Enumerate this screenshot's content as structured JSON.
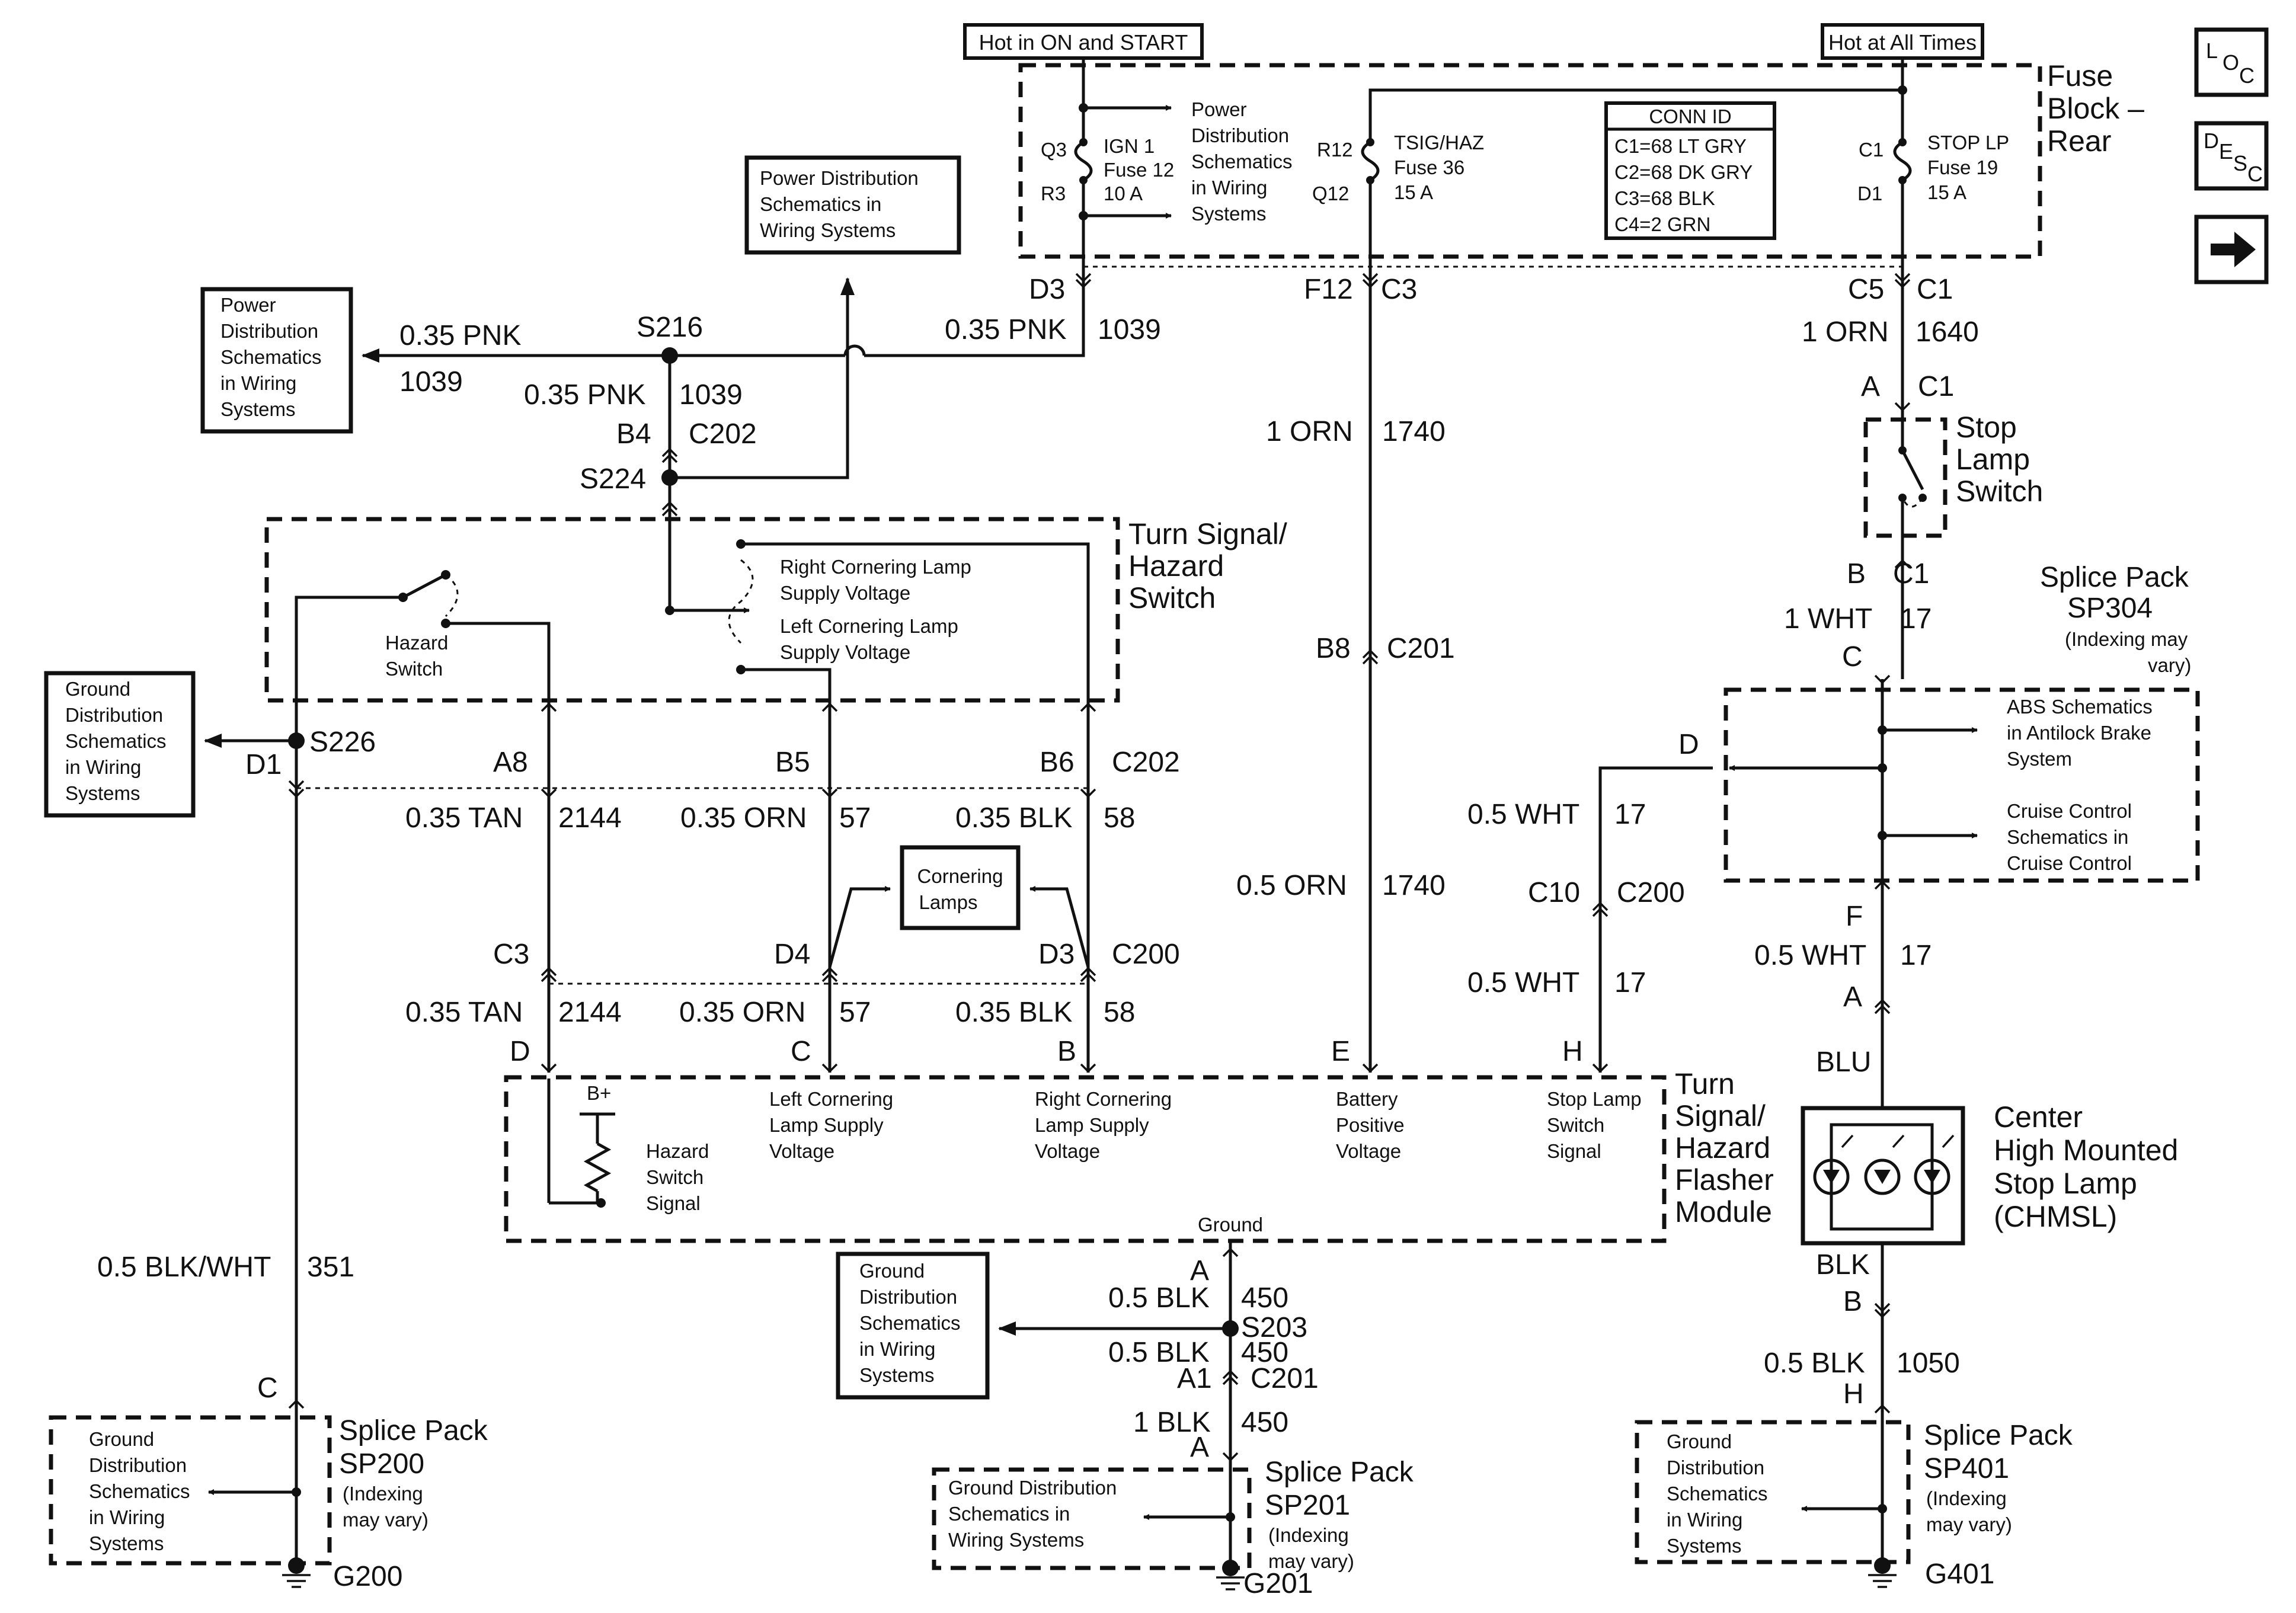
{
  "headers": {
    "hot_on_start": "Hot in ON and START",
    "hot_all_times": "Hot at All Times"
  },
  "fuse_block": {
    "title_1": "Fuse",
    "title_2": "Block –",
    "title_3": "Rear",
    "q3": "Q3",
    "r3": "R3",
    "ign1_1": "IGN 1",
    "ign1_2": "Fuse 12",
    "ign1_3": "10 A",
    "pds_1": "Power",
    "pds_2": "Distribution",
    "pds_3": "Schematics",
    "pds_4": "in Wiring",
    "pds_5": "Systems",
    "r12": "R12",
    "q12": "Q12",
    "tsig_1": "TSIG/HAZ",
    "tsig_2": "Fuse 36",
    "tsig_3": "15 A",
    "conn_id": {
      "title": "CONN ID",
      "c1": "C1=68 LT GRY",
      "c2": "C2=68 DK GRY",
      "c3": "C3=68 BLK",
      "c4": "C4=2 GRN"
    },
    "c1": "C1",
    "d1": "D1",
    "stop_1": "STOP LP",
    "stop_2": "Fuse 19",
    "stop_3": "15 A",
    "d3": "D3",
    "f12": "F12",
    "c3": "C3",
    "c5": "C5",
    "c1b": "C1"
  },
  "nav_icons": {
    "loc": "LOC",
    "desc": "DESC"
  },
  "left_circuit": {
    "pds_top_1": "Power Distribution",
    "pds_top_2": "Schematics in",
    "pds_top_3": "Wiring Systems",
    "pds_left_1": "Power",
    "pds_left_2": "Distribution",
    "pds_left_3": "Schematics",
    "pds_left_4": "in Wiring",
    "pds_left_5": "Systems",
    "wire_pnk_1": "0.35 PNK",
    "num_1039a": "1039",
    "s216": "S216",
    "wire_pnk_2": "0.35 PNK",
    "num_1039b": "1039",
    "wire_pnk_3": "0.35 PNK",
    "num_1039c": "1039",
    "b4": "B4",
    "c202": "C202",
    "s224": "S224"
  },
  "turn_switch": {
    "title_1": "Turn Signal/",
    "title_2": "Hazard",
    "title_3": "Switch",
    "hazard_1": "Hazard",
    "hazard_2": "Switch",
    "rc_1": "Right Cornering Lamp",
    "rc_2": "Supply Voltage",
    "lc_1": "Left Cornering Lamp",
    "lc_2": "Supply Voltage"
  },
  "ground_left": {
    "l1": "Ground",
    "l2": "Distribution",
    "l3": "Schematics",
    "l4": "in Wiring",
    "l5": "Systems",
    "s226": "S226",
    "d1": "D1"
  },
  "mid_wires": {
    "a8": "A8",
    "b5": "B5",
    "b6": "B6",
    "c202": "C202",
    "tan1": "0.35 TAN",
    "n2144a": "2144",
    "orn1": "0.35 ORN",
    "n57a": "57",
    "blk1": "0.35 BLK",
    "n58a": "58",
    "cornering_1": "Cornering",
    "cornering_2": "Lamps",
    "c3": "C3",
    "d4": "D4",
    "d3": "D3",
    "c200": "C200",
    "tan2": "0.35 TAN",
    "n2144b": "2144",
    "orn2": "0.35 ORN",
    "n57b": "57",
    "blk2": "0.35 BLK",
    "n58b": "58",
    "pin_d": "D",
    "pin_c": "C",
    "pin_b": "B",
    "pin_e": "E",
    "pin_h": "H"
  },
  "orn_circuit": {
    "orn1": "1 ORN",
    "n1740a": "1740",
    "b8": "B8",
    "c201": "C201",
    "orn2": "0.5 ORN",
    "n1740b": "1740"
  },
  "flasher": {
    "title_1": "Turn",
    "title_2": "Signal/",
    "title_3": "Hazard",
    "title_4": "Flasher",
    "title_5": "Module",
    "bplus": "B+",
    "hz_1": "Hazard",
    "hz_2": "Switch",
    "hz_3": "Signal",
    "lc_1": "Left Cornering",
    "lc_2": "Lamp Supply",
    "lc_3": "Voltage",
    "rc_1": "Right Cornering",
    "rc_2": "Lamp Supply",
    "rc_3": "Voltage",
    "bat_1": "Battery",
    "bat_2": "Positive",
    "bat_3": "Voltage",
    "sl_1": "Stop Lamp",
    "sl_2": "Switch",
    "sl_3": "Signal",
    "ground": "Ground"
  },
  "ground_bottom_left": {
    "wire": "0.5 BLK/WHT",
    "num": "351",
    "pin_c": "C",
    "sp_1": "Splice Pack",
    "sp_2": "SP200",
    "sp_3": "(Indexing",
    "sp_4": "may vary)",
    "g_1": "Ground",
    "g_2": "Distribution",
    "g_3": "Schematics",
    "g_4": "in Wiring",
    "g_5": "Systems",
    "g200": "G200"
  },
  "ground_bottom_mid": {
    "pin_a": "A",
    "wire1": "0.5 BLK",
    "n450a": "450",
    "s203": "S203",
    "wire2": "0.5 BLK",
    "n450b": "450",
    "a1": "A1",
    "c201": "C201",
    "wire3": "1 BLK",
    "n450c": "450",
    "pin_a2": "A",
    "gd_1": "Ground",
    "gd_2": "Distribution",
    "gd_3": "Schematics",
    "gd_4": "in Wiring",
    "gd_5": "Systems",
    "sp_1": "Splice Pack",
    "sp_2": "SP201",
    "sp_3": "(Indexing",
    "sp_4": "may vary)",
    "g_1": "Ground Distribution",
    "g_2": "Schematics in",
    "g_3": "Wiring Systems",
    "g201": "G201"
  },
  "right_circuit": {
    "orn": "1 ORN",
    "n1640": "1640",
    "pin_a": "A",
    "c1": "C1",
    "stop_1": "Stop",
    "stop_2": "Lamp",
    "stop_3": "Switch",
    "pin_b": "B",
    "c1b": "C1",
    "wht1": "1 WHT",
    "n17a": "17",
    "pin_c": "C",
    "sp304_1": "Splice Pack",
    "sp304_2": "SP304",
    "sp304_3": "(Indexing may",
    "sp304_4": "vary)",
    "abs_1": "ABS Schematics",
    "abs_2": "in Antilock Brake",
    "abs_3": "System",
    "cc_1": "Cruise Control",
    "cc_2": "Schematics in",
    "cc_3": "Cruise Control",
    "pin_d": "D",
    "wht2": "0.5 WHT",
    "n17b": "17",
    "c10": "C10",
    "c200": "C200",
    "wht3": "0.5 WHT",
    "n17c": "17",
    "pin_f": "F",
    "wht4": "0.5 WHT",
    "n17d": "17",
    "pin_a2": "A",
    "blu": "BLU",
    "chmsl_1": "Center",
    "chmsl_2": "High Mounted",
    "chmsl_3": "Stop Lamp",
    "chmsl_4": "(CHMSL)",
    "blk": "BLK",
    "pin_b2": "B",
    "wire_blk": "0.5 BLK",
    "n1050": "1050",
    "pin_h": "H",
    "sp_1": "Splice Pack",
    "sp_2": "SP401",
    "sp_3": "(Indexing",
    "sp_4": "may vary)",
    "g_1": "Ground",
    "g_2": "Distribution",
    "g_3": "Schematics",
    "g_4": "in Wiring",
    "g_5": "Systems",
    "g401": "G401"
  }
}
